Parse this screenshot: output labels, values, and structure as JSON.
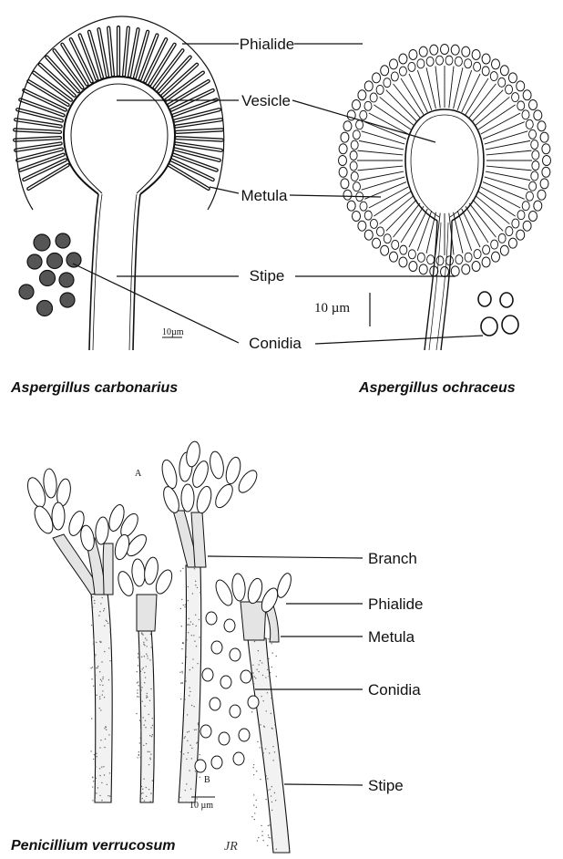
{
  "top_labels": {
    "phialide": "Phialide",
    "vesicle": "Vesicle",
    "metula": "Metula",
    "stipe": "Stipe",
    "conidia": "Conidia"
  },
  "scale_10um_serif": "10 µm",
  "scale_small_left": "10µm",
  "caption_left": "Aspergillus carbonarius",
  "caption_right": "Aspergillus ochraceus",
  "bottom_labels": {
    "branch": "Branch",
    "phialide": "Phialide",
    "metula": "Metula",
    "conidia": "Conidia",
    "stipe": "Stipe"
  },
  "panel_a": "A",
  "panel_b": "B",
  "scale_bottom": "10 µm",
  "caption_bottom": "Penicillium verrucosum",
  "signature": "JR"
}
